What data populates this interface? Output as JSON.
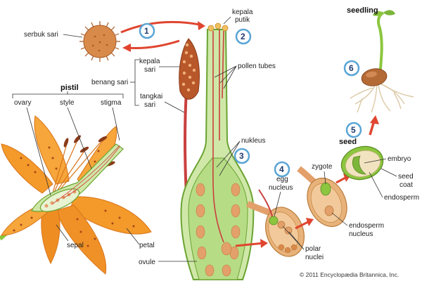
{
  "colors": {
    "petal": "#f39a2a",
    "petal_dark": "#d9741a",
    "green": "#8cc63f",
    "green_light": "#cfe8a8",
    "ovary_fill": "#d9ecb8",
    "ovule": "#e3a06a",
    "anther": "#b8572a",
    "pollen": "#d88a4a",
    "tube": "#d23b3b",
    "arrow": "#e0452f",
    "step_ring": "#5aa5d6"
  },
  "labels": {
    "pollen_grain": "serbuk sari",
    "stigma_top": "kepala putik",
    "anther": "kepala sari",
    "stamen": "benang sari",
    "filament": "tangkai sari",
    "pollen_tubes": "pollen tubes",
    "pistil": "pistil",
    "ovary": "ovary",
    "style": "style",
    "stigma": "stigma",
    "sepal": "sepal",
    "petal": "petal",
    "ovule": "ovule",
    "nucleus": "nukleus",
    "egg_nucleus": "egg nucleus",
    "zygote": "zygote",
    "polar_nuclei": "polar nuclei",
    "endosperm_nucleus": "endosperm nucleus",
    "seed": "seed",
    "embryo": "embryo",
    "seed_coat": "seed coat",
    "endosperm": "endosperm",
    "seedling": "seedling",
    "credit": "© 2011 Encyclopædia Britannica, Inc."
  },
  "steps": [
    "1",
    "2",
    "3",
    "4",
    "5",
    "6"
  ]
}
